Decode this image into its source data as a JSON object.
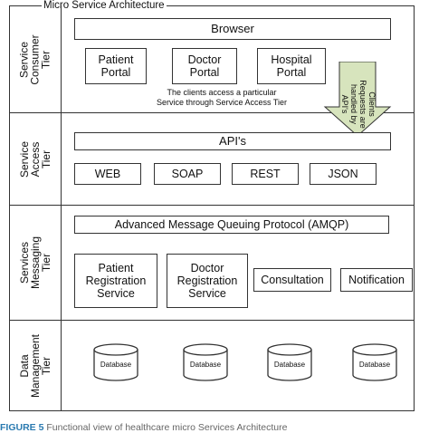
{
  "diagram": {
    "title": "Micro Service Architecture",
    "tiers": [
      {
        "label": "Service\nConsumer\nTier"
      },
      {
        "label": "Service\nAccess\nTier"
      },
      {
        "label": "Services\nMessaging\nTier"
      },
      {
        "label": "Data\nManagement\nTier"
      }
    ],
    "consumer": {
      "browser": "Browser",
      "portals": [
        "Patient\nPortal",
        "Doctor\nPortal",
        "Hospital\nPortal"
      ],
      "note": "The clients access a particular\nService through Service Access Tier"
    },
    "arrow_note": "Clients\nRequests are\nhandled by\nAPI's",
    "access": {
      "apis": "API's",
      "protocols": [
        "WEB",
        "SOAP",
        "REST",
        "JSON"
      ]
    },
    "messaging": {
      "amqp": "Advanced Message Queuing Protocol (AMQP)",
      "services": [
        "Patient\nRegistration\nService",
        "Doctor\nRegistration\nService",
        "Consultation",
        "Notification"
      ]
    },
    "data": {
      "databases": [
        "Database",
        "Database",
        "Database",
        "Database"
      ]
    },
    "colors": {
      "arrow_fill": "#d7e4bd",
      "caption_accent": "#2a7ab0"
    }
  },
  "caption": {
    "figure": "FIGURE 5",
    "text": "Functional view of healthcare micro Services Architecture"
  }
}
